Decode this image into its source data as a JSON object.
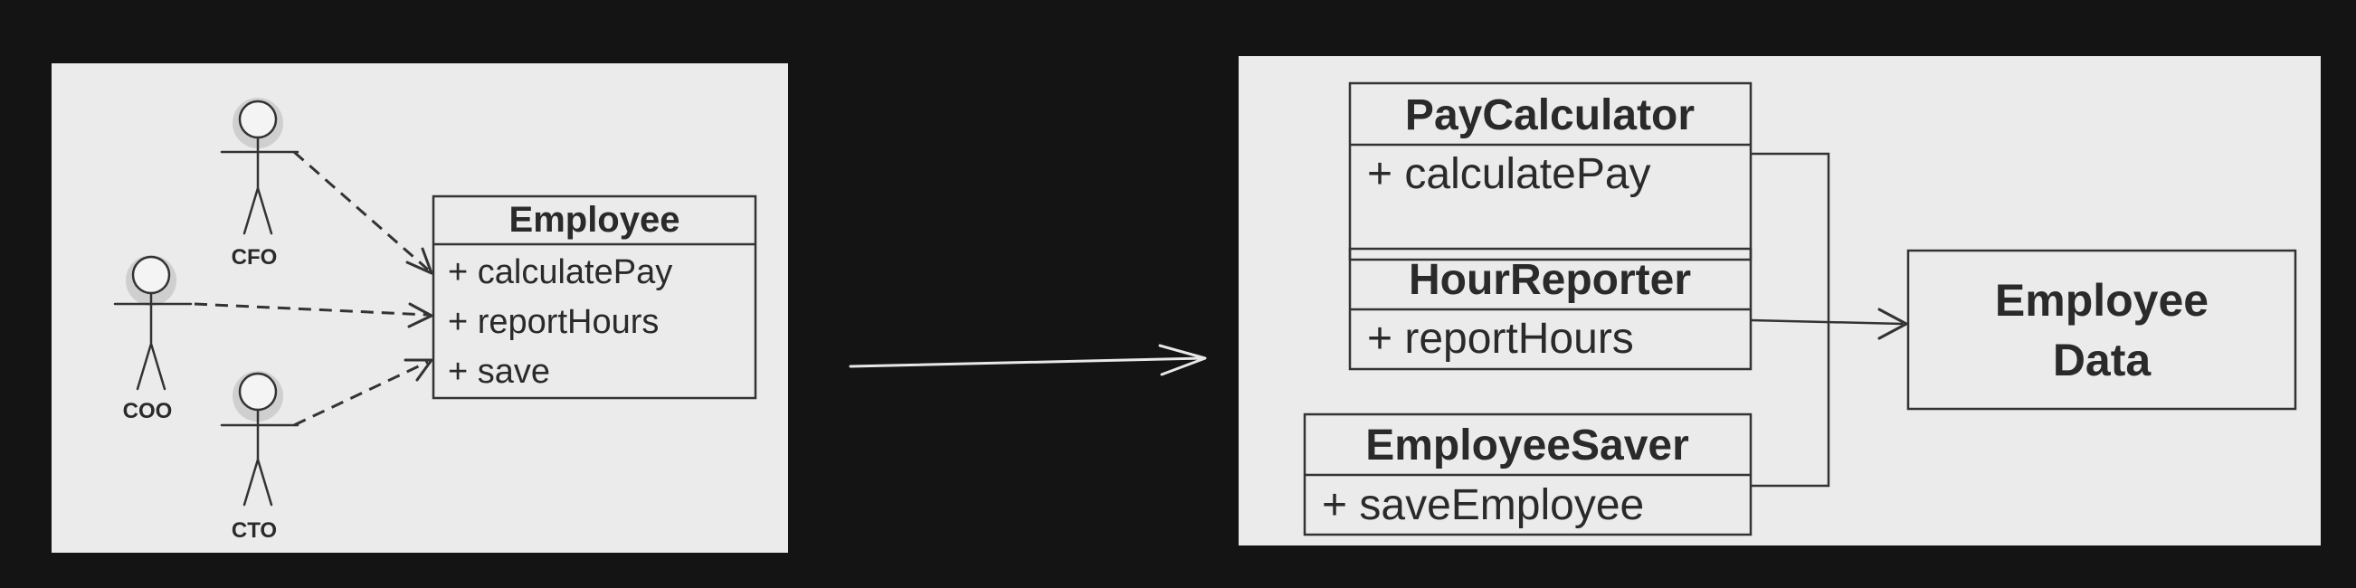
{
  "left_diagram": {
    "actors": [
      {
        "label": "CFO"
      },
      {
        "label": "COO"
      },
      {
        "label": "CTO"
      }
    ],
    "employee_class": {
      "name": "Employee",
      "methods": [
        "+ calculatePay",
        "+ reportHours",
        "+ save"
      ]
    }
  },
  "right_diagram": {
    "classes": [
      {
        "name": "PayCalculator",
        "method": "+ calculatePay"
      },
      {
        "name": "HourReporter",
        "method": "+ reportHours"
      },
      {
        "name": "EmployeeSaver",
        "method": "+ saveEmployee"
      }
    ],
    "data_box": {
      "line1": "Employee",
      "line2": "Data"
    }
  },
  "colors": {
    "background": "#141414",
    "panel": "#ebebeb",
    "ink": "#2a2a2a",
    "transform_arrow": "#e8e8e8"
  }
}
